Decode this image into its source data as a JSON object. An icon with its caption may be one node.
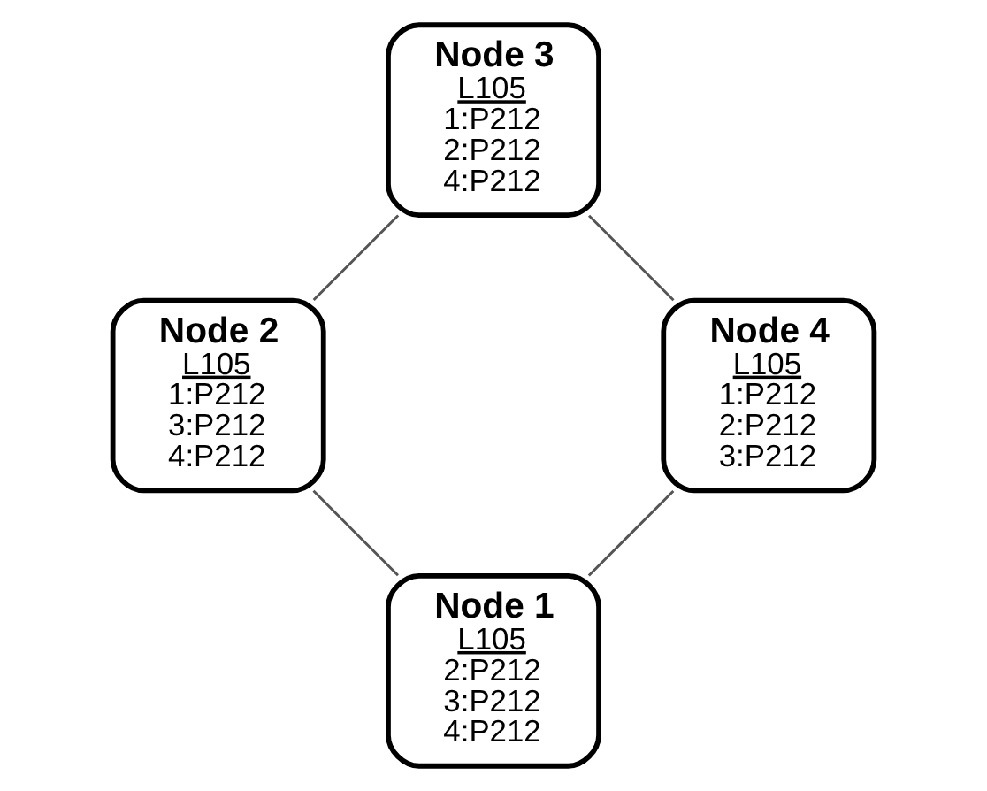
{
  "diagram": {
    "nodes": [
      {
        "text": [
          "Node 1",
          "L105",
          "2:P212",
          "3:P212",
          "4:P212"
        ]
      },
      {
        "text": [
          "Node 2",
          "L105",
          "1:P212",
          "3:P212",
          "4:P212"
        ]
      },
      {
        "text": [
          "Node 3",
          "L105",
          "1:P212",
          "2:P212",
          "4:P212"
        ]
      },
      {
        "text": [
          "Node 4",
          "L105",
          "1:P212",
          "2:P212",
          "3:P212"
        ]
      }
    ],
    "edges": [
      {
        "from": 0,
        "to": 1,
        "arrow": "none"
      },
      {
        "from": 1,
        "to": 2,
        "arrow": "none"
      },
      {
        "from": 2,
        "to": 3,
        "arrow": "none"
      },
      {
        "from": 3,
        "to": 0,
        "arrow": "none"
      }
    ]
  }
}
